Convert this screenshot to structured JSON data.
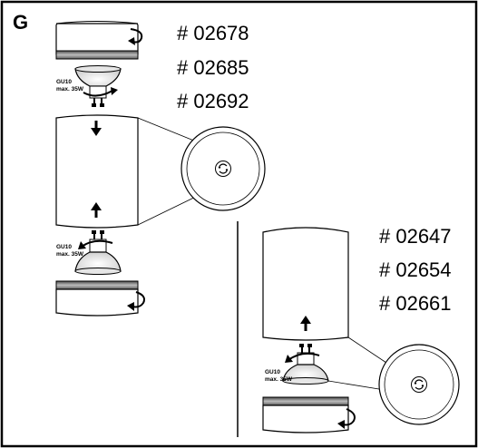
{
  "figure": {
    "label": "G"
  },
  "left_assembly": {
    "part_numbers": [
      "# 02678",
      "# 02685",
      "# 02692"
    ],
    "bulb_top": {
      "line1": "GU10",
      "line2": "max. 35W"
    },
    "bulb_bottom": {
      "line1": "GU10",
      "line2": "max. 35W"
    }
  },
  "right_assembly": {
    "part_numbers": [
      "# 02647",
      "# 02654",
      "# 02661"
    ],
    "bulb": {
      "line1": "GU10",
      "line2": "max. 35W"
    }
  },
  "colors": {
    "ink": "#000000",
    "paper": "#ffffff",
    "shade": "#9a9a9a"
  }
}
